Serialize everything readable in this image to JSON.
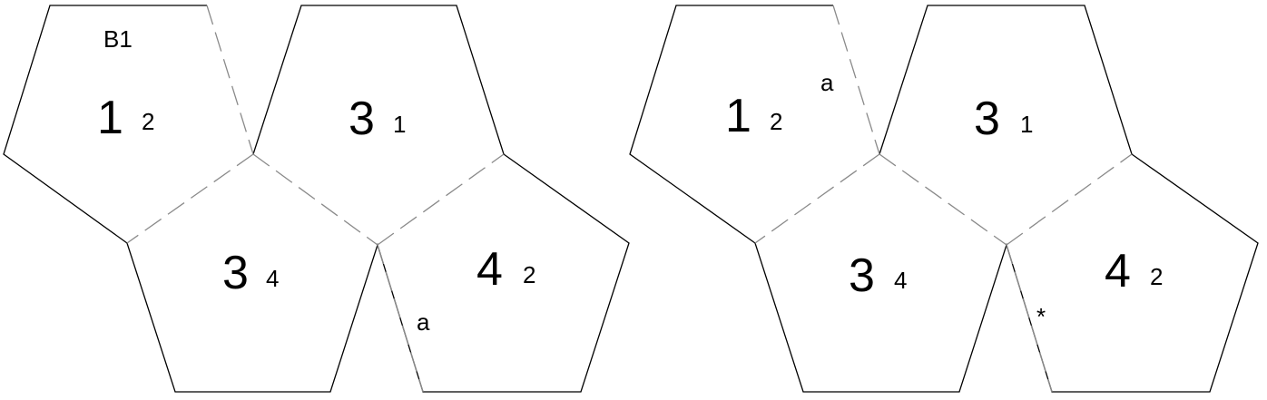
{
  "diagrams": [
    {
      "title": "B1",
      "faces": [
        {
          "number": "1",
          "index": "2"
        },
        {
          "number": "3",
          "index": "1"
        },
        {
          "number": "3",
          "index": "4"
        },
        {
          "number": "4",
          "index": "2"
        }
      ],
      "edge_marks": [
        "a"
      ]
    },
    {
      "title": "",
      "faces": [
        {
          "number": "1",
          "index": "2"
        },
        {
          "number": "3",
          "index": "1"
        },
        {
          "number": "3",
          "index": "4"
        },
        {
          "number": "4",
          "index": "2"
        }
      ],
      "edge_marks": [
        "a",
        "*"
      ]
    }
  ]
}
